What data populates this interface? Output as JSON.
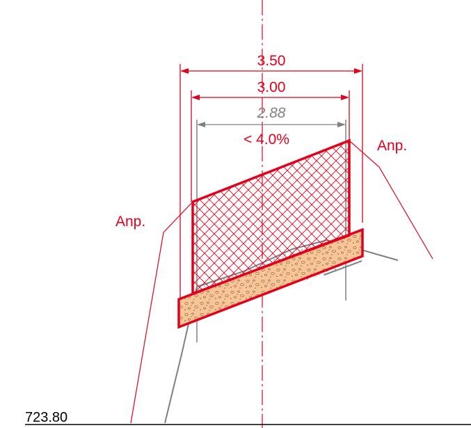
{
  "dimensions": {
    "outer_width": "3.50",
    "inner_width": "3.00",
    "existing_width": "2.88",
    "slope": "< 4.0%"
  },
  "labels": {
    "left_fill": "Anp.",
    "right_fill": "Anp."
  },
  "elevation": "723.80",
  "colors": {
    "red": "#e2001a",
    "grey": "#808080",
    "gravel": "#f9c596",
    "black": "#000000"
  }
}
